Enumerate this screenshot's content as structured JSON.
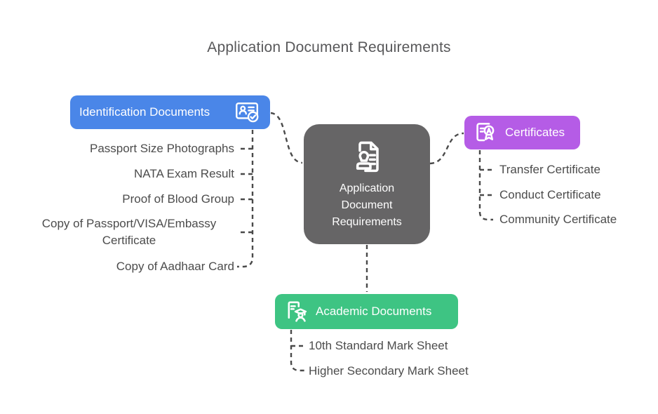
{
  "title": "Application Document Requirements",
  "center": {
    "label": "Application Document Requirements",
    "color": "#666566",
    "icon": "stamp-document-icon"
  },
  "branches": [
    {
      "label": "Identification Documents",
      "color": "#4a86e8",
      "icon": "id-card-check-icon",
      "items": [
        "Passport Size Photographs",
        "NATA Exam Result",
        "Proof of Blood Group",
        "Copy of Passport/VISA/Embassy Certificate",
        "Copy of Aadhaar Card"
      ]
    },
    {
      "label": "Certificates",
      "color": "#b55ce6",
      "icon": "certificate-ribbon-icon",
      "items": [
        "Transfer Certificate",
        "Conduct Certificate",
        "Community Certificate"
      ]
    },
    {
      "label": "Academic Documents",
      "color": "#3ec483",
      "icon": "graduate-document-icon",
      "items": [
        "10th Standard Mark Sheet",
        "Higher Secondary Mark Sheet"
      ]
    }
  ],
  "style": {
    "connector_color": "#4a4a4a",
    "item_text_color": "#4c4c4c",
    "title_color": "#58585a"
  }
}
